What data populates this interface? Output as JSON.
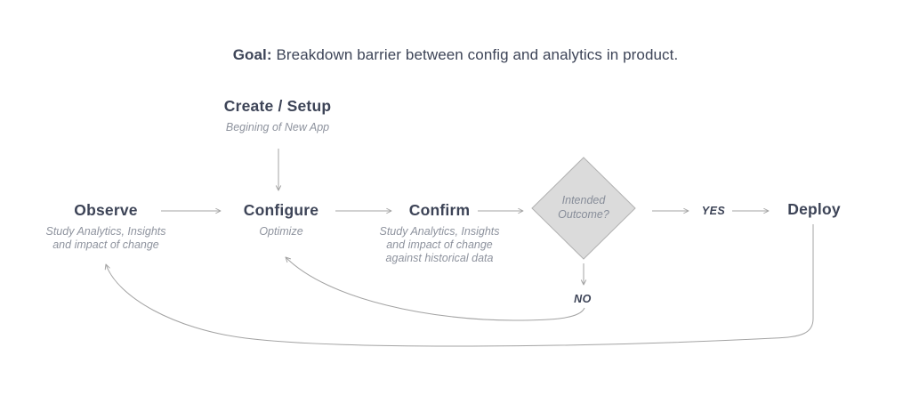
{
  "title": {
    "prefix": "Goal:",
    "text": "Breakdown barrier between config and analytics in product."
  },
  "nodes": {
    "create": {
      "label": "Create / Setup",
      "subtitle": "Begining of New App"
    },
    "observe": {
      "label": "Observe",
      "subtitle": "Study Analytics,  Insights\nand impact of change"
    },
    "configure": {
      "label": "Configure",
      "subtitle": "Optimize"
    },
    "confirm": {
      "label": "Confirm",
      "subtitle": "Study Analytics,  Insights\nand impact of change\nagainst historical data"
    },
    "decision": {
      "label": "Intended\nOutcome?"
    },
    "deploy": {
      "label": "Deploy"
    }
  },
  "decisions": {
    "yes": "YES",
    "no": "NO"
  },
  "colors": {
    "label_text": "#3d4457",
    "subtitle_text": "#8e939e",
    "arrow": "#a3a3a3",
    "diamond_fill": "#dbdbdb",
    "diamond_stroke": "#b1b1b1"
  }
}
